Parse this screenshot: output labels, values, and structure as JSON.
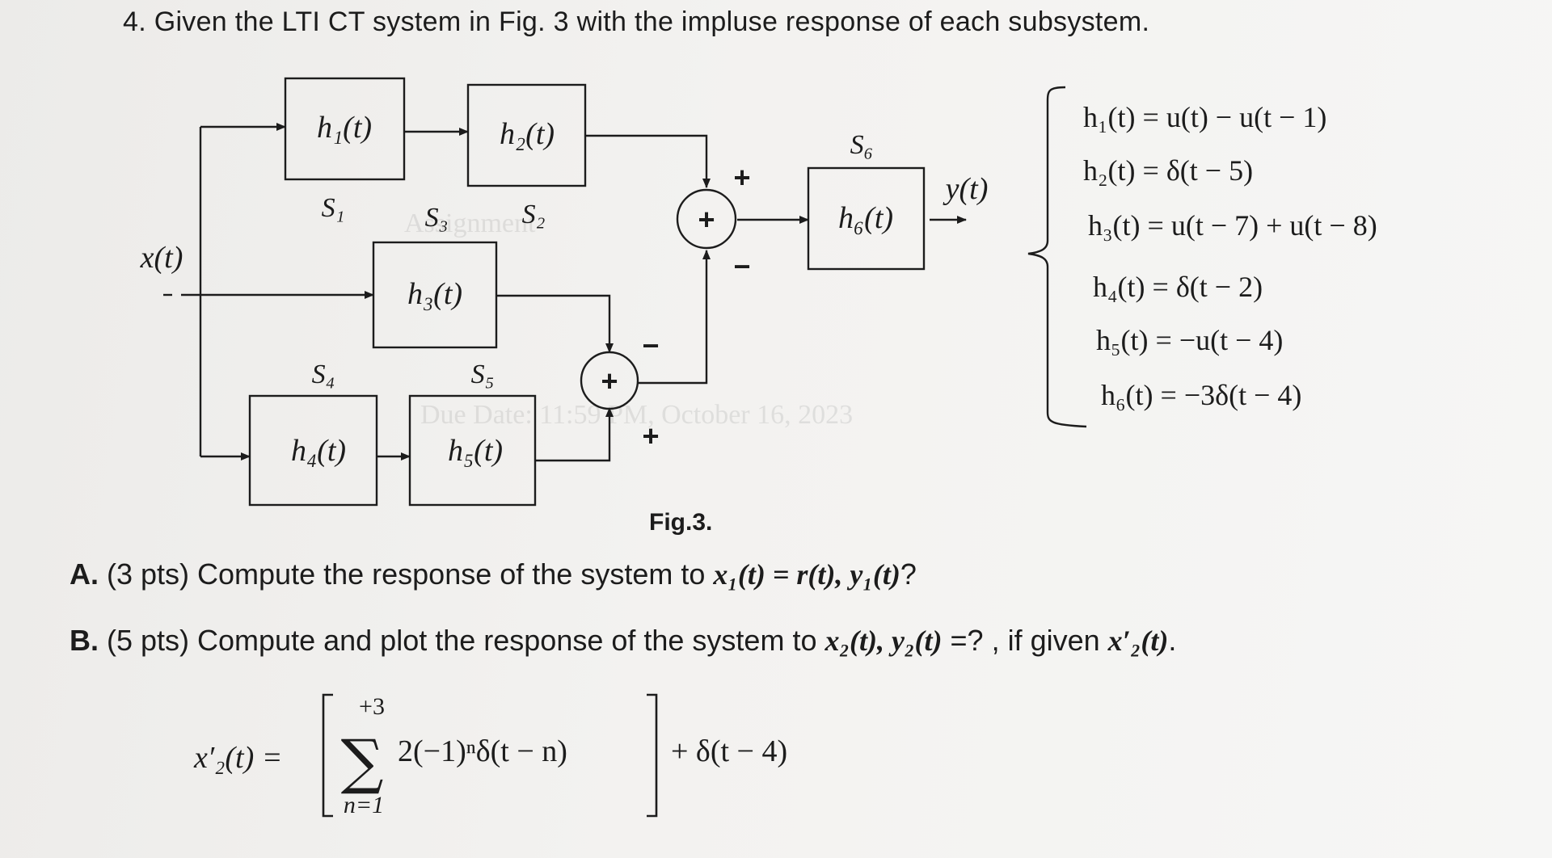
{
  "problem": {
    "title": "4. Given the LTI CT system in Fig. 3 with the impluse response of each subsystem."
  },
  "diagram": {
    "input_label": "x(t)",
    "output_label": "y(t)",
    "blocks": [
      {
        "id": "h1",
        "label": "h₁(t)",
        "sub": "S₁"
      },
      {
        "id": "h2",
        "label": "h₂(t)",
        "sub": "S₂"
      },
      {
        "id": "h3",
        "label": "h₃(t)",
        "sub": "S₃"
      },
      {
        "id": "h4",
        "label": "h₄(t)",
        "sub": "S₄"
      },
      {
        "id": "h5",
        "label": "h₅(t)",
        "sub": "S₅"
      },
      {
        "id": "h6",
        "label": "h₆(t)",
        "sub": "S₆"
      }
    ],
    "summer_symbol": "+",
    "signs": {
      "s1_top": "+",
      "s1_bottom": "−",
      "s2_left": "−",
      "s2_bottom": "+"
    },
    "fig_label": "Fig.3."
  },
  "impulse_responses": [
    "h₁(t) = u(t) − u(t − 1)",
    "h₂(t) = δ(t − 5)",
    "h₃(t) = u(t − 7) + u(t − 8)",
    "h₄(t) = δ(t − 2)",
    "h₅(t) = −u(t − 4)",
    "h₆(t) = −3δ(t − 4)"
  ],
  "questions": {
    "a": {
      "prefix": "A.",
      "text": " (3 pts) Compute  the response of the system to ",
      "math": "x₁(t) = r(t), y₁(t)",
      "suffix": "?"
    },
    "b": {
      "prefix": "B.",
      "text": " (5 pts) Compute and plot the response of the system to ",
      "math": "x₂(t), y₂(t)",
      "suffix": " =? , if  given ",
      "math2": "x′₂(t)",
      "end": "."
    }
  },
  "formula": {
    "lhs": "x′₂(t) =",
    "upper": "+3",
    "lower": "n=1",
    "body": "2(−1)ⁿδ(t − n)",
    "tail": "+ δ(t − 4)"
  },
  "watermarks": {
    "mid": "Assignment",
    "due": "Due Date: 11:59 PM, October 16, 2023"
  }
}
